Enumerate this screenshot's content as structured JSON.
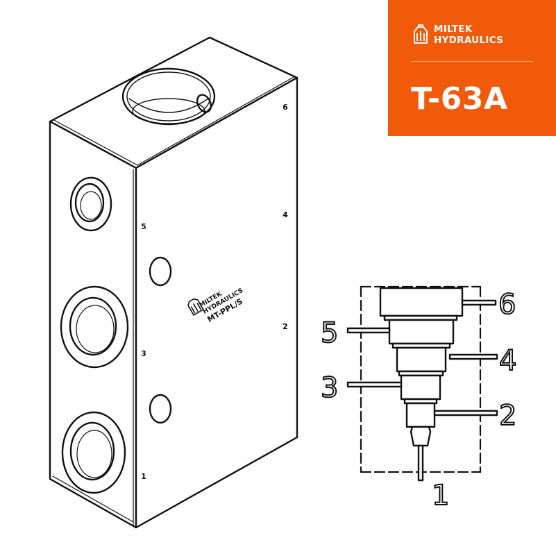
{
  "badge": {
    "brand_line1": "MILTEK",
    "brand_line2": "HYDRAULICS",
    "model": "T-63A",
    "background_color": "#f15a0a",
    "text_color": "#ffffff",
    "logo_icon": "miltek-logo-icon"
  },
  "block": {
    "engraving_brand_line1": "MILTEK",
    "engraving_brand_line2": "HYDRAULICS",
    "engraving_code": "MT-PPL/S",
    "port_marks": [
      "6",
      "5",
      "4",
      "2",
      "3",
      "1"
    ]
  },
  "schematic": {
    "port_labels": [
      "6",
      "5",
      "4",
      "3",
      "2",
      "1"
    ]
  }
}
